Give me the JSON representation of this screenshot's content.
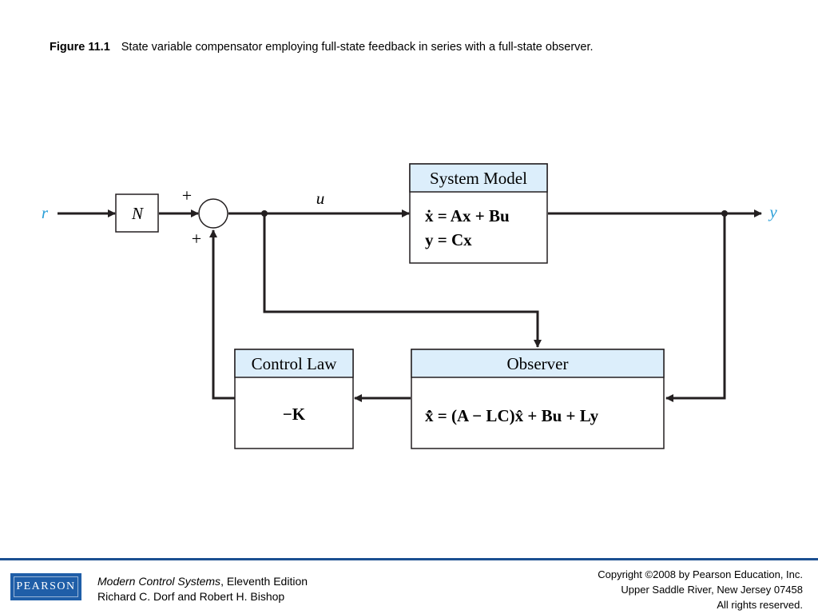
{
  "caption": {
    "label": "Figure 11.1",
    "text": "State variable compensator employing full-state feedback in series with a full-state observer."
  },
  "diagram": {
    "signals": {
      "r": "r",
      "u": "u",
      "y": "y"
    },
    "gain": "N",
    "summing_signs": {
      "top": "+",
      "bottom": "+"
    },
    "system_model": {
      "title": "System Model",
      "eq1": "ẋ = Ax + Bu",
      "eq2": "y = Cx"
    },
    "control_law": {
      "title": "Control Law",
      "eq": "−K"
    },
    "observer": {
      "title": "Observer",
      "eq": "x̂̇ = (A − LC)x̂ + Bu + Ly"
    },
    "colors": {
      "header_fill": "#dceefb",
      "signal_label": "#2a9fd8",
      "line": "#231f20"
    }
  },
  "footer": {
    "logo_text": "PEARSON",
    "book_title": "Modern Control Systems",
    "edition": ", Eleventh Edition",
    "authors": "Richard C. Dorf and Robert H. Bishop",
    "copyright_lines": [
      "Copyright ©2008 by Pearson Education, Inc.",
      "Upper Saddle River, New Jersey 07458",
      "All rights reserved."
    ],
    "rule_color": "#1b4f91"
  }
}
